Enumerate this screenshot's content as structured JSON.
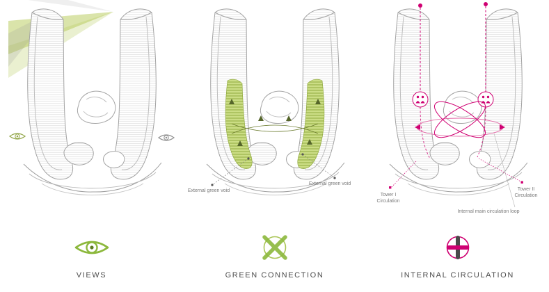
{
  "diagram": {
    "panels": [
      {
        "name": "views",
        "legend_label": "VIEWS"
      },
      {
        "name": "green-connection",
        "legend_label": "GREEN CONNECTION",
        "annotations": {
          "left_void": "External green void",
          "right_void": "External green void"
        }
      },
      {
        "name": "internal-circulation",
        "legend_label": "INTERNAL CIRCULATION",
        "annotations": {
          "tower1": "Tower I Circulation",
          "tower2": "Tower II Circulation",
          "loop": "Internal main circulation loop"
        }
      }
    ],
    "icons": [
      {
        "name": "eye-icon"
      },
      {
        "name": "cross-icon"
      },
      {
        "name": "plus-circle-icon"
      }
    ],
    "colors": {
      "green": "#8cb83c",
      "light_green": "#b5ca55",
      "magenta": "#cf0072",
      "sketch_gray": "#a3a3a3",
      "text_gray": "#4d4d4d"
    }
  }
}
